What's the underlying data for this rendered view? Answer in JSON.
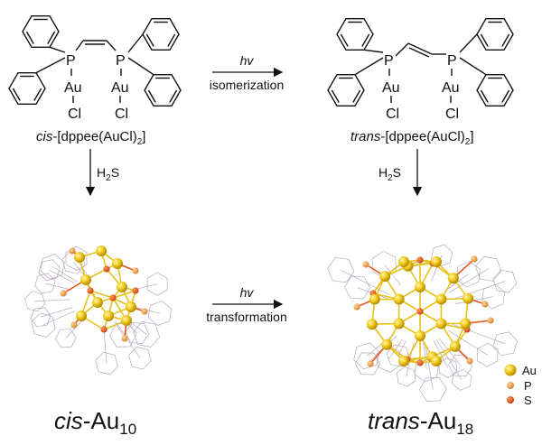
{
  "cis_complex": {
    "atoms": {
      "P": "P",
      "Au": "Au",
      "Cl": "Cl"
    },
    "label_prefix": "cis",
    "label_main": "-[dppee(AuCl)",
    "label_sub": "2",
    "label_end": "]"
  },
  "trans_complex": {
    "atoms": {
      "P": "P",
      "Au": "Au",
      "Cl": "Cl"
    },
    "label_prefix": "trans",
    "label_main": "-[dppee(AuCl)",
    "label_sub": "2",
    "label_end": "]"
  },
  "arrows": {
    "isomerization": {
      "top": "hv",
      "bottom": "isomerization"
    },
    "transformation": {
      "top": "hv",
      "bottom": "transformation"
    },
    "h2s_left": {
      "main": "H",
      "sub": "2",
      "end": "S"
    },
    "h2s_right": {
      "main": "H",
      "sub": "2",
      "end": "S"
    }
  },
  "clusters": {
    "cis": {
      "prefix": "cis",
      "main": "-Au",
      "sub": "10"
    },
    "trans": {
      "prefix": "trans",
      "main": "-Au",
      "sub": "18"
    }
  },
  "legend": [
    {
      "label": "Au",
      "color": "#f2cc1e"
    },
    {
      "label": "P",
      "color": "#f0a040"
    },
    {
      "label": "S",
      "color": "#e8561a"
    }
  ]
}
